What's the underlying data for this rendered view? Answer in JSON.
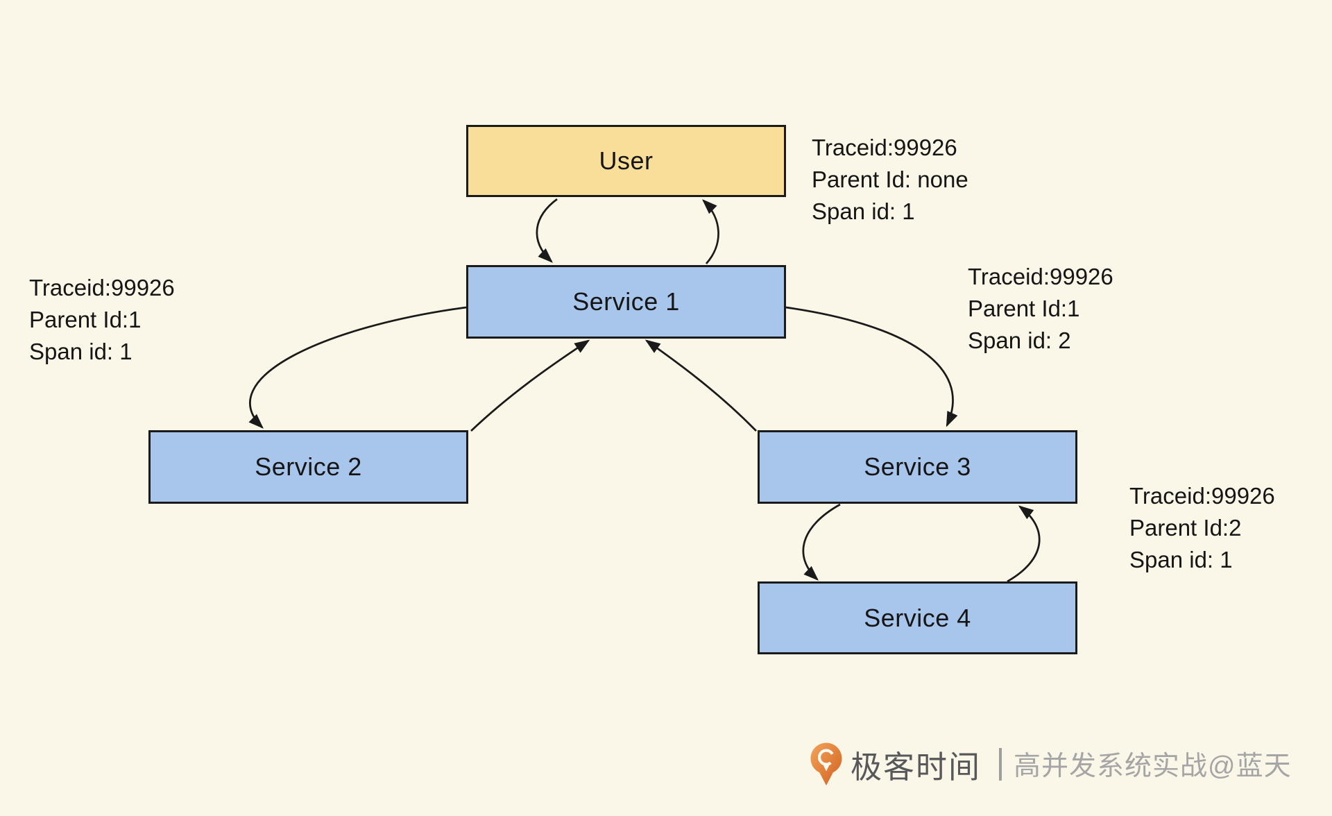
{
  "colors": {
    "background": "#FAF7E9",
    "user_fill": "#F8DE99",
    "service_fill": "#A8C5EC",
    "border": "#1A1A1A",
    "line": "#1A1A1A",
    "text": "#151515",
    "brand_color": "#58585A",
    "separator_color": "#9E9E9E",
    "credit_color": "#A5A5A5",
    "logo_orange_light": "#F2A45C",
    "logo_orange_dark": "#D2611F"
  },
  "diagram": {
    "nodes": [
      {
        "id": "user",
        "label": "User"
      },
      {
        "id": "service1",
        "label": "Service 1"
      },
      {
        "id": "service2",
        "label": "Service 2"
      },
      {
        "id": "service3",
        "label": "Service 3"
      },
      {
        "id": "service4",
        "label": "Service 4"
      }
    ],
    "annotations": [
      {
        "target": "user-call",
        "lines": [
          "Traceid:99926",
          "Parent Id: none",
          "Span id: 1"
        ]
      },
      {
        "target": "service2-call",
        "lines": [
          "Traceid:99926",
          "Parent Id:1",
          "Span id: 1"
        ]
      },
      {
        "target": "service3-call",
        "lines": [
          "Traceid:99926",
          "Parent Id:1",
          "Span id: 2"
        ]
      },
      {
        "target": "service4-call",
        "lines": [
          "Traceid:99926",
          "Parent Id:2",
          "Span id: 1"
        ]
      }
    ],
    "edges": [
      "user-to-service1",
      "service1-to-user",
      "service1-to-service2",
      "service2-to-service1",
      "service1-to-service3",
      "service3-to-service1",
      "service3-to-service4",
      "service4-to-service3"
    ]
  },
  "watermark": {
    "brand": "极客时间",
    "separator": "｜",
    "credit": "高并发系统实战@蓝天"
  }
}
